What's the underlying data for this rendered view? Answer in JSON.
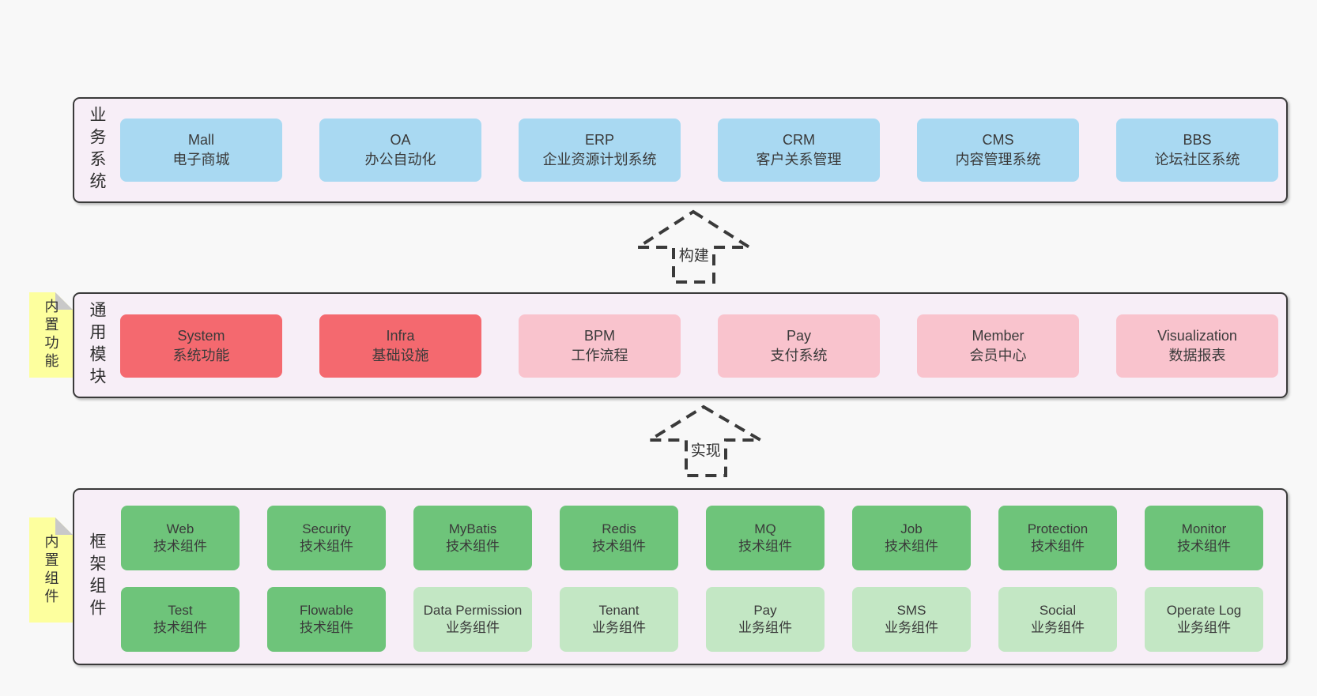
{
  "palette": {
    "blue": "#a9d9f2",
    "red": "#f4696f",
    "pink": "#f9c3cd",
    "green": "#6ec47a",
    "lgreen": "#c3e7c4",
    "sticky": "#fdff9e",
    "fold": "#c9c9c9",
    "layerBg": "#f7eef7",
    "border": "#3a3a3a",
    "pageBg": "#f8f8f8"
  },
  "arrows": [
    {
      "label": "构建"
    },
    {
      "label": "实现"
    }
  ],
  "layers": [
    {
      "label": "业务系统",
      "boxes": [
        {
          "name": "Mall",
          "sub": "电子商城",
          "color": "blue"
        },
        {
          "name": "OA",
          "sub": "办公自动化",
          "color": "blue"
        },
        {
          "name": "ERP",
          "sub": "企业资源计划系统",
          "color": "blue"
        },
        {
          "name": "CRM",
          "sub": "客户关系管理",
          "color": "blue"
        },
        {
          "name": "CMS",
          "sub": "内容管理系统",
          "color": "blue"
        },
        {
          "name": "BBS",
          "sub": "论坛社区系统",
          "color": "blue"
        }
      ]
    },
    {
      "label": "通用模块",
      "sticky": "内置功能",
      "boxes": [
        {
          "name": "System",
          "sub": "系统功能",
          "color": "red"
        },
        {
          "name": "Infra",
          "sub": "基础设施",
          "color": "red"
        },
        {
          "name": "BPM",
          "sub": "工作流程",
          "color": "pink"
        },
        {
          "name": "Pay",
          "sub": "支付系统",
          "color": "pink"
        },
        {
          "name": "Member",
          "sub": "会员中心",
          "color": "pink"
        },
        {
          "name": "Visualization",
          "sub": "数据报表",
          "color": "pink"
        }
      ]
    },
    {
      "label": "框架组件",
      "sticky": "内置组件",
      "rows": [
        [
          {
            "name": "Web",
            "sub": "技术组件",
            "color": "green"
          },
          {
            "name": "Security",
            "sub": "技术组件",
            "color": "green"
          },
          {
            "name": "MyBatis",
            "sub": "技术组件",
            "color": "green"
          },
          {
            "name": "Redis",
            "sub": "技术组件",
            "color": "green"
          },
          {
            "name": "MQ",
            "sub": "技术组件",
            "color": "green"
          },
          {
            "name": "Job",
            "sub": "技术组件",
            "color": "green"
          },
          {
            "name": "Protection",
            "sub": "技术组件",
            "color": "green"
          },
          {
            "name": "Monitor",
            "sub": "技术组件",
            "color": "green"
          }
        ],
        [
          {
            "name": "Test",
            "sub": "技术组件",
            "color": "green"
          },
          {
            "name": "Flowable",
            "sub": "技术组件",
            "color": "green"
          },
          {
            "name": "Data Permission",
            "sub": "业务组件",
            "color": "lgreen"
          },
          {
            "name": "Tenant",
            "sub": "业务组件",
            "color": "lgreen"
          },
          {
            "name": "Pay",
            "sub": "业务组件",
            "color": "lgreen"
          },
          {
            "name": "SMS",
            "sub": "业务组件",
            "color": "lgreen"
          },
          {
            "name": "Social",
            "sub": "业务组件",
            "color": "lgreen"
          },
          {
            "name": "Operate Log",
            "sub": "业务组件",
            "color": "lgreen"
          }
        ]
      ]
    }
  ]
}
